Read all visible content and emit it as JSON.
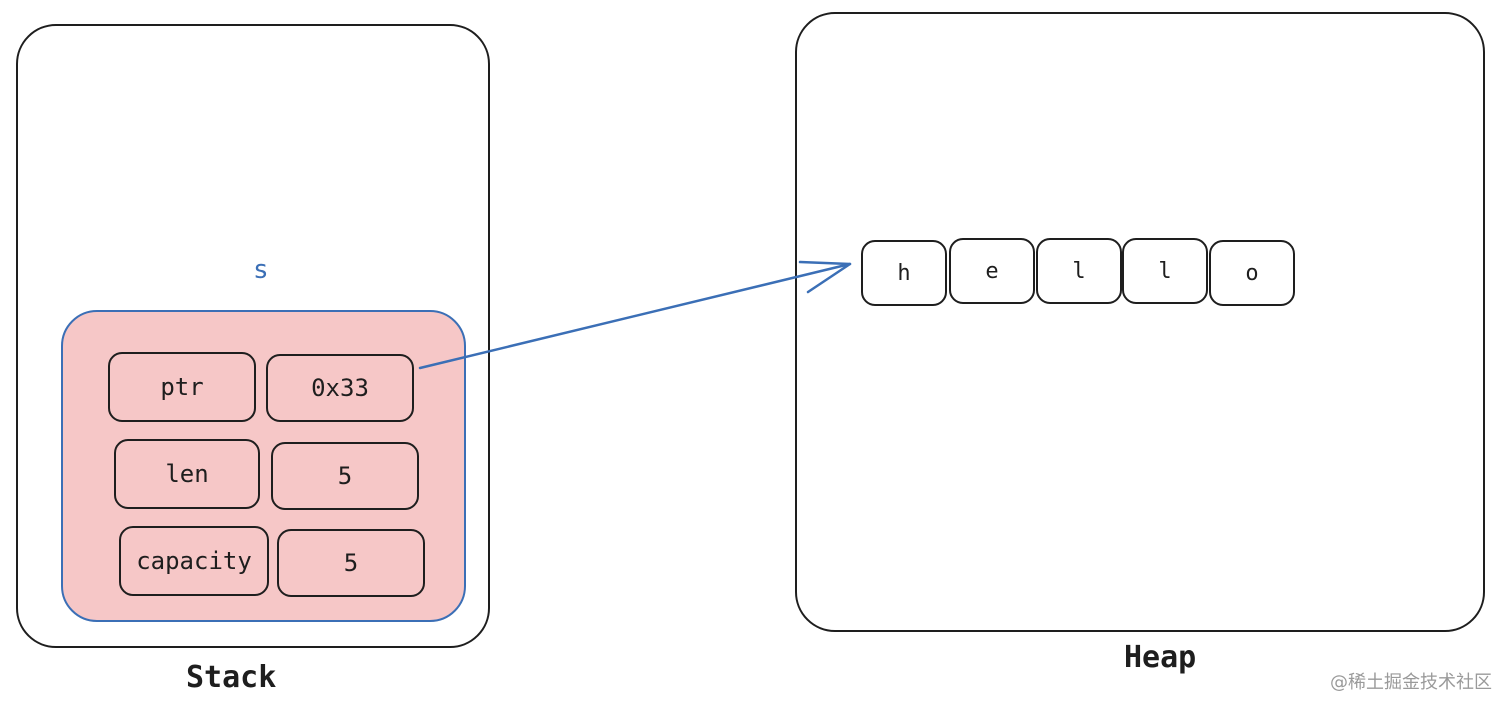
{
  "stack": {
    "title": "Stack",
    "variable_name": "s",
    "fields": [
      {
        "name": "ptr",
        "value": "0x33"
      },
      {
        "name": "len",
        "value": "5"
      },
      {
        "name": "capacity",
        "value": "5"
      }
    ]
  },
  "heap": {
    "title": "Heap",
    "chars": [
      "h",
      "e",
      "l",
      "l",
      "o"
    ]
  },
  "colors": {
    "struct_fill": "#f6c7c7",
    "accent_blue": "#3b6fb6",
    "stroke": "#1e1e1e"
  },
  "watermark": "@稀土掘金技术社区"
}
